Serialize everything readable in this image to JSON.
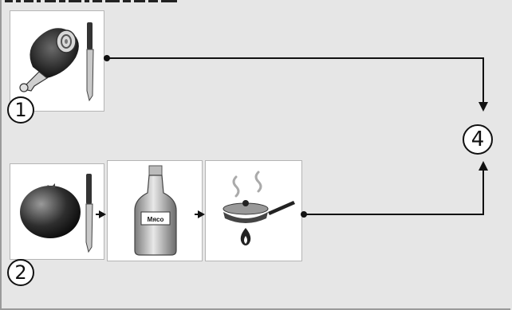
{
  "steps": {
    "step1": "1",
    "step2": "2",
    "step4": "4"
  },
  "labels": {
    "bottle_label": "Мясо"
  }
}
